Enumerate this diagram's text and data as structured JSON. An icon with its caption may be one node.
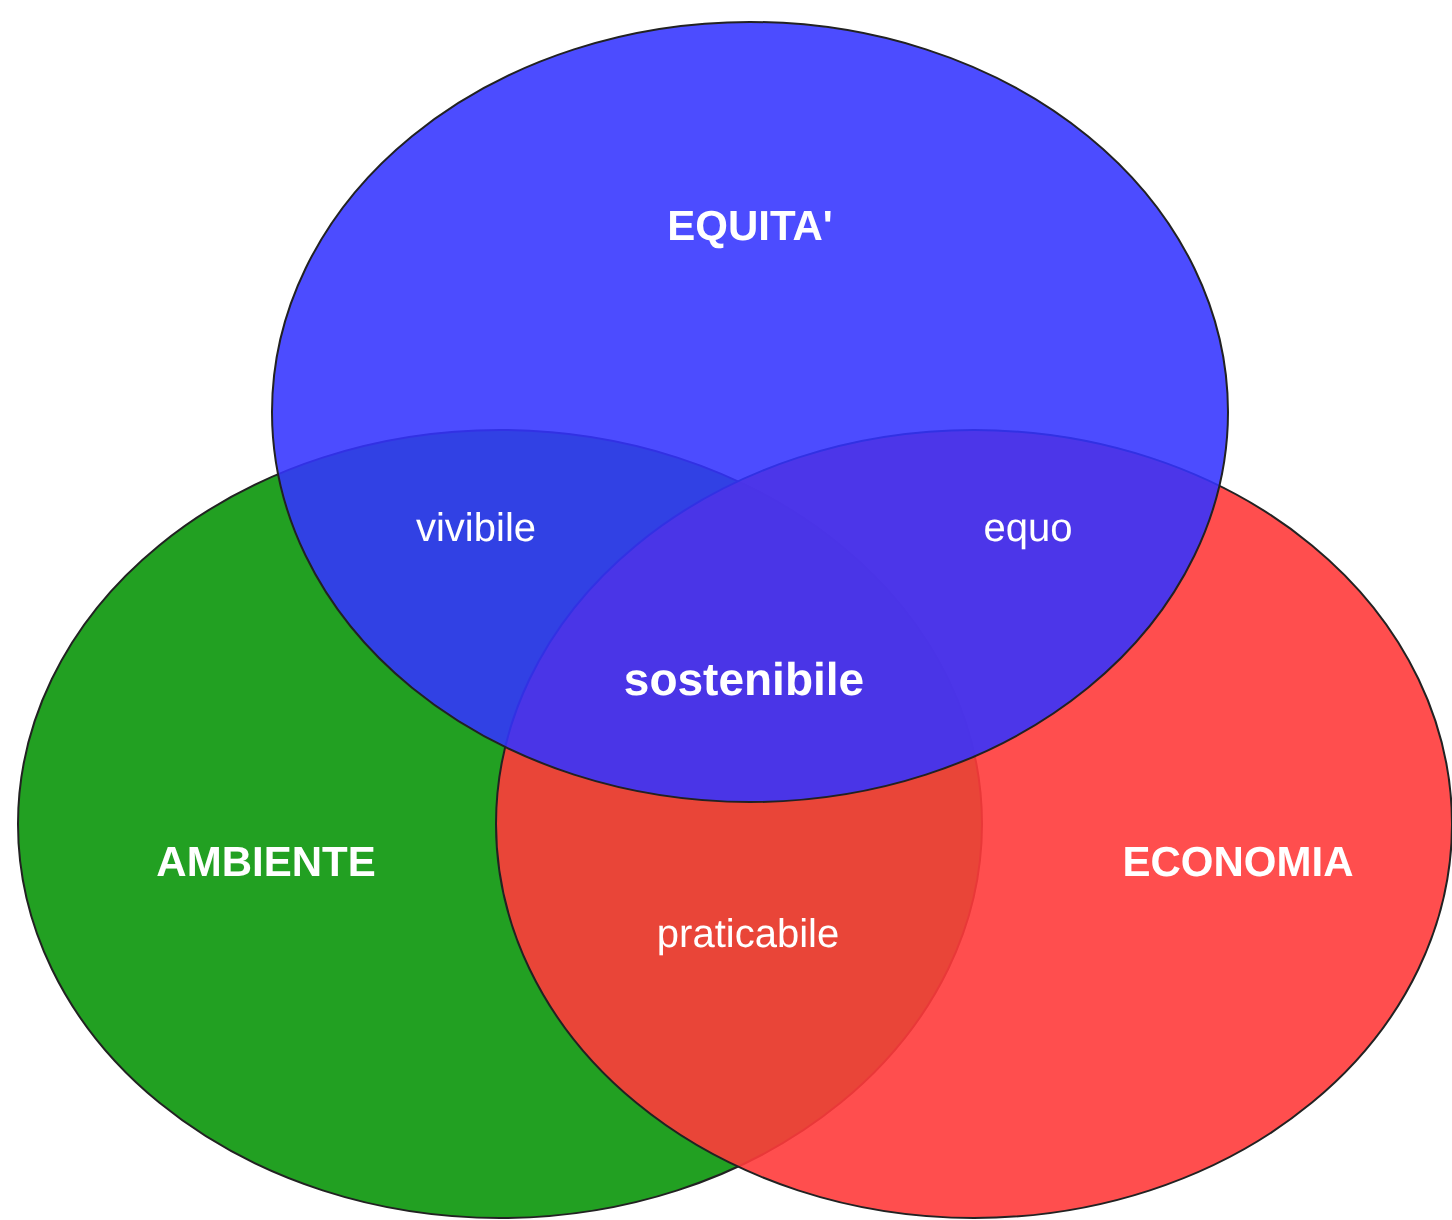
{
  "diagram": {
    "nodes": [
      {
        "text": [
          "EQUITA'"
        ]
      },
      {
        "text": [
          "AMBIENTE"
        ]
      },
      {
        "text": [
          "ECONOMIA"
        ]
      }
    ],
    "labels": [
      "vivibile",
      "equo",
      "sostenibile",
      "praticabile"
    ]
  }
}
